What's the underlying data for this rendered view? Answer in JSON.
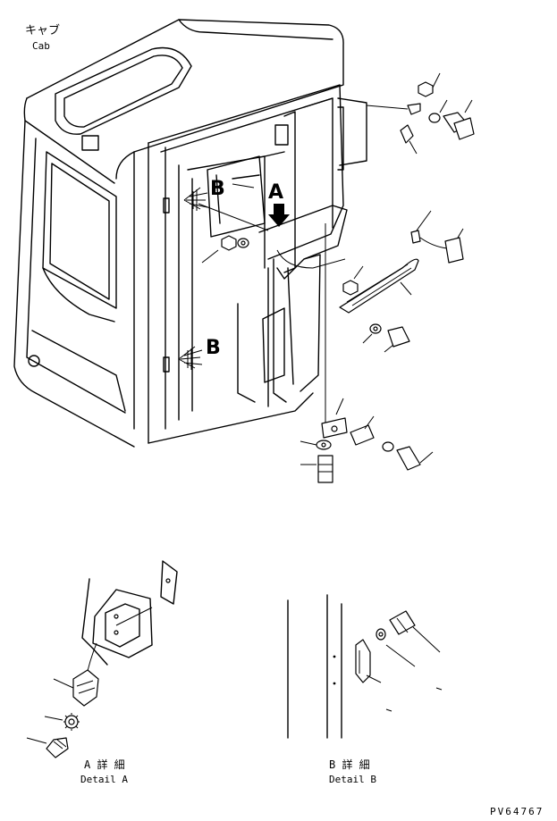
{
  "labels": {
    "cab_jp": "キャブ",
    "cab_en": "Cab",
    "detail_a_jp": "A 詳 細",
    "detail_a_en": "Detail A",
    "detail_b_jp": "B 詳 細",
    "detail_b_en": "Detail B",
    "part_code": "PV64767",
    "view_a": "A",
    "view_b1": "B",
    "view_b2": "B"
  },
  "icons": [
    "arrow-down-icon",
    "hatched-arrow-left-icon"
  ]
}
